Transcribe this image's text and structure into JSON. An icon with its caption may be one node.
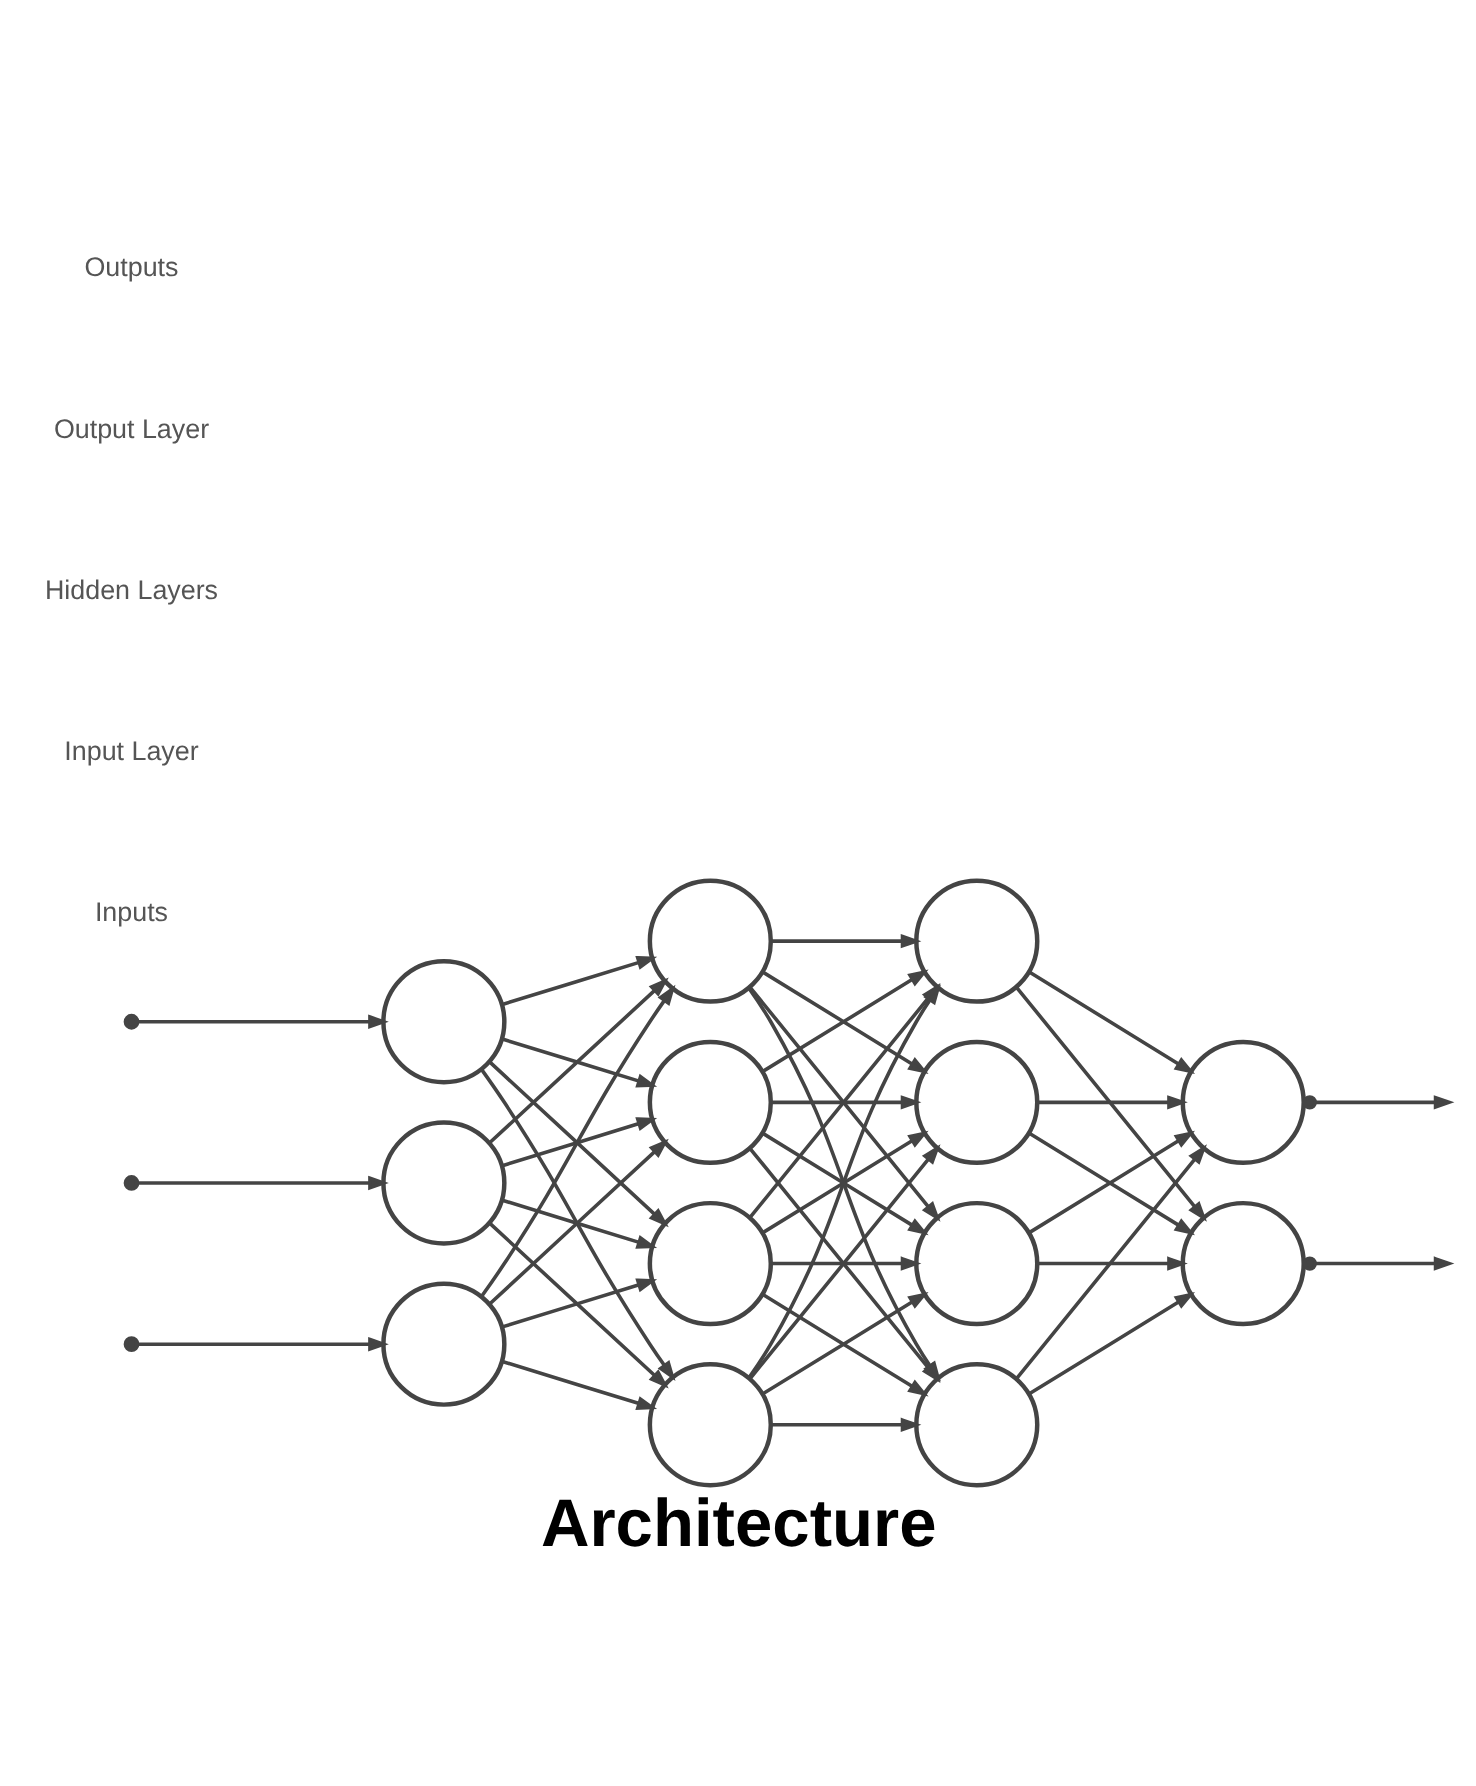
{
  "diagram": {
    "caption": "Architecture",
    "nodes": [
      {
        "text": [],
        "shape": "circle"
      },
      {
        "text": [],
        "shape": "circle"
      },
      {
        "text": [],
        "shape": "circle"
      },
      {
        "text": [],
        "shape": "circle"
      },
      {
        "text": [],
        "shape": "circle"
      },
      {
        "text": [],
        "shape": "circle"
      },
      {
        "text": [],
        "shape": "circle"
      },
      {
        "text": [],
        "shape": "circle"
      },
      {
        "text": [],
        "shape": "circle"
      },
      {
        "text": [],
        "shape": "circle"
      },
      {
        "text": [],
        "shape": "circle"
      },
      {
        "text": [],
        "shape": "circle"
      },
      {
        "text": [],
        "shape": "circle"
      }
    ],
    "edges": [
      {
        "from": null,
        "to": 0,
        "arrow": "to"
      },
      {
        "from": null,
        "to": 1,
        "arrow": "to"
      },
      {
        "from": null,
        "to": 2,
        "arrow": "to"
      },
      {
        "from": 0,
        "to": 3,
        "arrow": "to"
      },
      {
        "from": 0,
        "to": 4,
        "arrow": "to"
      },
      {
        "from": 0,
        "to": 5,
        "arrow": "to"
      },
      {
        "from": 0,
        "to": 6,
        "arrow": "to"
      },
      {
        "from": 1,
        "to": 3,
        "arrow": "to"
      },
      {
        "from": 1,
        "to": 4,
        "arrow": "to"
      },
      {
        "from": 1,
        "to": 5,
        "arrow": "to"
      },
      {
        "from": 1,
        "to": 6,
        "arrow": "to"
      },
      {
        "from": 2,
        "to": 3,
        "arrow": "to"
      },
      {
        "from": 2,
        "to": 4,
        "arrow": "to"
      },
      {
        "from": 2,
        "to": 5,
        "arrow": "to"
      },
      {
        "from": 2,
        "to": 6,
        "arrow": "to"
      },
      {
        "from": 3,
        "to": 7,
        "arrow": "to"
      },
      {
        "from": 3,
        "to": 8,
        "arrow": "to"
      },
      {
        "from": 3,
        "to": 9,
        "arrow": "to"
      },
      {
        "from": 3,
        "to": 10,
        "arrow": "to"
      },
      {
        "from": 4,
        "to": 7,
        "arrow": "to"
      },
      {
        "from": 4,
        "to": 8,
        "arrow": "to"
      },
      {
        "from": 4,
        "to": 9,
        "arrow": "to"
      },
      {
        "from": 4,
        "to": 10,
        "arrow": "to"
      },
      {
        "from": 5,
        "to": 7,
        "arrow": "to"
      },
      {
        "from": 5,
        "to": 8,
        "arrow": "to"
      },
      {
        "from": 5,
        "to": 9,
        "arrow": "to"
      },
      {
        "from": 5,
        "to": 10,
        "arrow": "to"
      },
      {
        "from": 6,
        "to": 7,
        "arrow": "to"
      },
      {
        "from": 6,
        "to": 8,
        "arrow": "to"
      },
      {
        "from": 6,
        "to": 9,
        "arrow": "to"
      },
      {
        "from": 6,
        "to": 10,
        "arrow": "to"
      },
      {
        "from": 7,
        "to": 11,
        "arrow": "to"
      },
      {
        "from": 7,
        "to": 12,
        "arrow": "to"
      },
      {
        "from": 8,
        "to": 11,
        "arrow": "to"
      },
      {
        "from": 8,
        "to": 12,
        "arrow": "to"
      },
      {
        "from": 9,
        "to": 11,
        "arrow": "to"
      },
      {
        "from": 9,
        "to": 12,
        "arrow": "to"
      },
      {
        "from": 10,
        "to": 11,
        "arrow": "to"
      },
      {
        "from": 10,
        "to": 12,
        "arrow": "to"
      },
      {
        "from": 11,
        "to": null,
        "arrow": "to"
      },
      {
        "from": 12,
        "to": null,
        "arrow": "to"
      }
    ],
    "labels": [
      "Inputs",
      "Input Layer",
      "Hidden Layers",
      "Output Layer",
      "Outputs"
    ]
  }
}
